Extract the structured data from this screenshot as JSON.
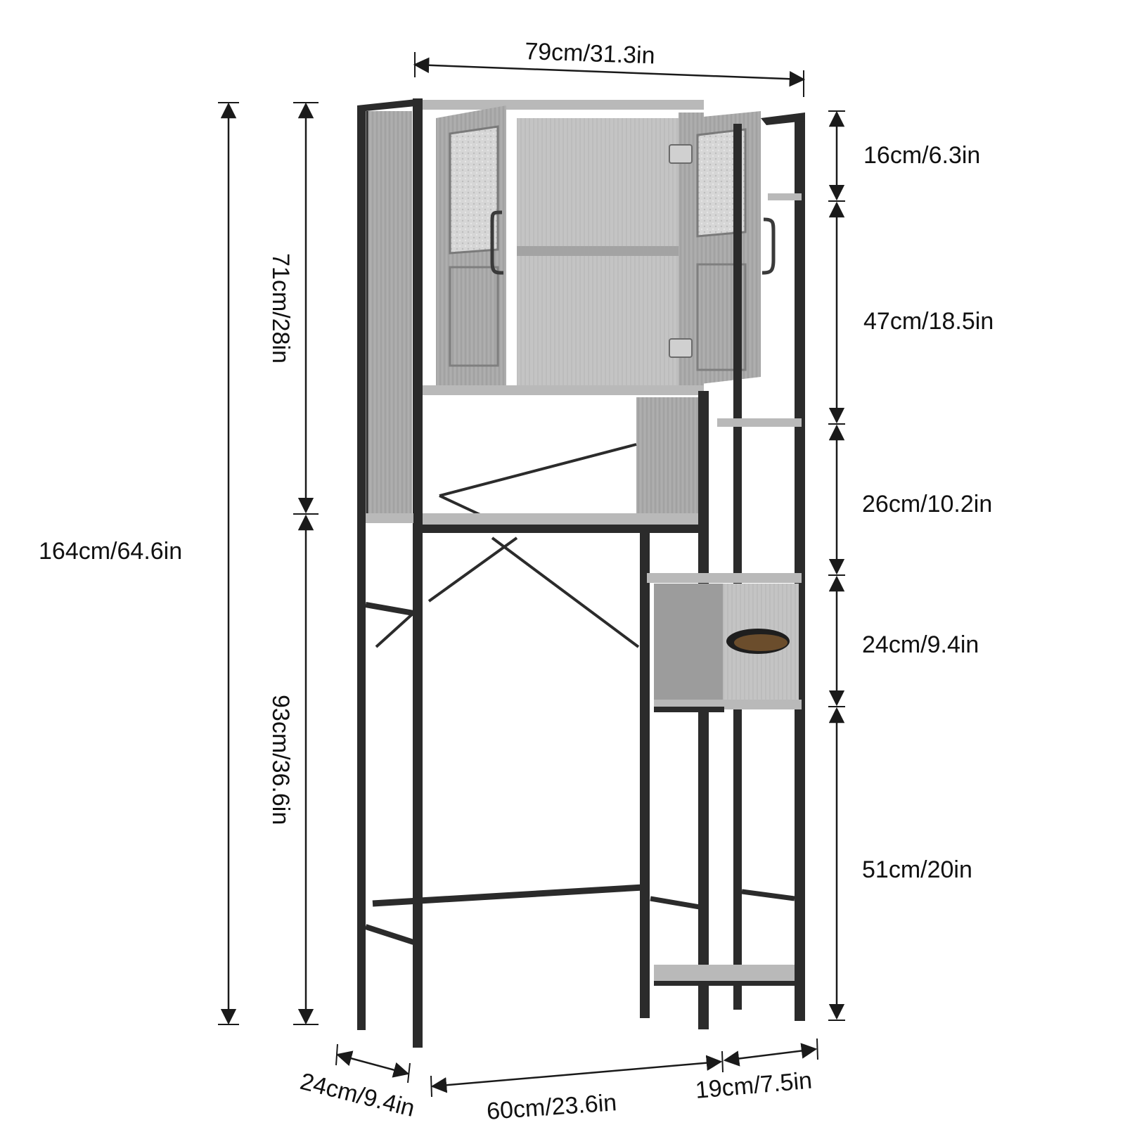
{
  "dimensions": {
    "width_top": "79cm/31.3in",
    "total_height": "164cm/64.6in",
    "cabinet_height": "71cm/28in",
    "lower_height": "93cm/36.6in",
    "right_seg_1": "16cm/6.3in",
    "right_seg_2": "47cm/18.5in",
    "right_seg_3": "26cm/10.2in",
    "right_seg_4": "24cm/9.4in",
    "right_seg_5": "51cm/20in",
    "depth": "24cm/9.4in",
    "inner_width": "60cm/23.6in",
    "side_width": "19cm/7.5in"
  },
  "colors": {
    "frame": "#2b2b2b",
    "wood": "#a3a3a3",
    "background": "#ffffff"
  }
}
